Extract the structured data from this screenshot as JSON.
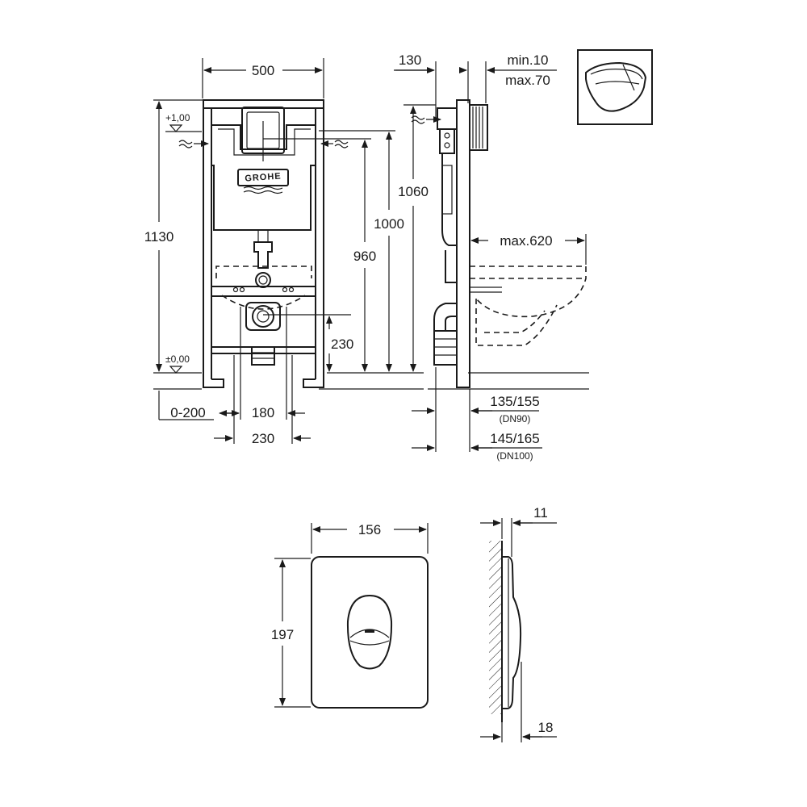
{
  "front_view": {
    "width": "500",
    "height": "1130",
    "level_top": "+1,00",
    "level_zero": "±0,00",
    "brand": "GROHE",
    "height_1000": "1000",
    "height_960": "960",
    "height_230": "230",
    "offset_range": "0-200",
    "spacing_180": "180",
    "spacing_230": "230"
  },
  "side_view": {
    "depth_130": "130",
    "min_value": "min.10",
    "max_value": "max.70",
    "height_1060": "1060",
    "projection": "max.620",
    "dn90_dim": "135/155",
    "dn90_label": "(DN90)",
    "dn100_dim": "145/165",
    "dn100_label": "(DN100)"
  },
  "plate_front": {
    "width": "156",
    "height": "197"
  },
  "plate_side": {
    "thickness_top": "11",
    "thickness_bottom": "18"
  }
}
